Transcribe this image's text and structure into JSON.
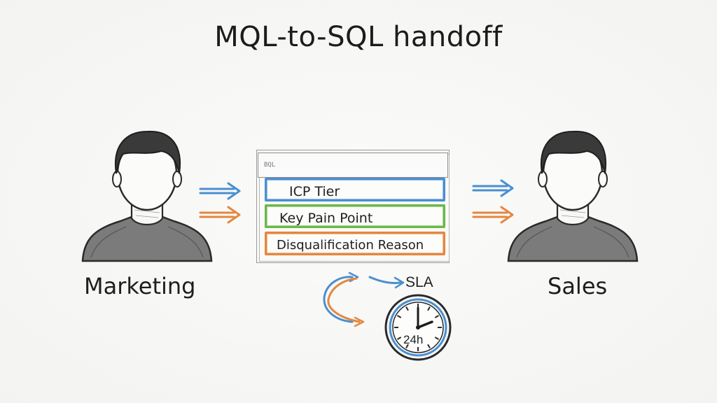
{
  "title": "MQL-to-SQL handoff",
  "left_person": {
    "label": "Marketing"
  },
  "right_person": {
    "label": "Sales"
  },
  "card": {
    "tab_text": "BQL",
    "fields": [
      {
        "label": "ICP Tier",
        "color": "#4a8fd1"
      },
      {
        "label": "Key Pain Point",
        "color": "#6bb84a"
      },
      {
        "label": "Disqualification Reason",
        "color": "#e38841"
      }
    ]
  },
  "sla": {
    "label": "SLA",
    "clock_text": "24h"
  },
  "colors": {
    "blue": "#4a8fd1",
    "orange": "#e38841",
    "green": "#6bb84a"
  },
  "icons": {
    "left_person": "person-bust-icon",
    "right_person": "person-bust-icon",
    "clock": "clock-icon",
    "cycle": "circular-arrows-icon"
  }
}
